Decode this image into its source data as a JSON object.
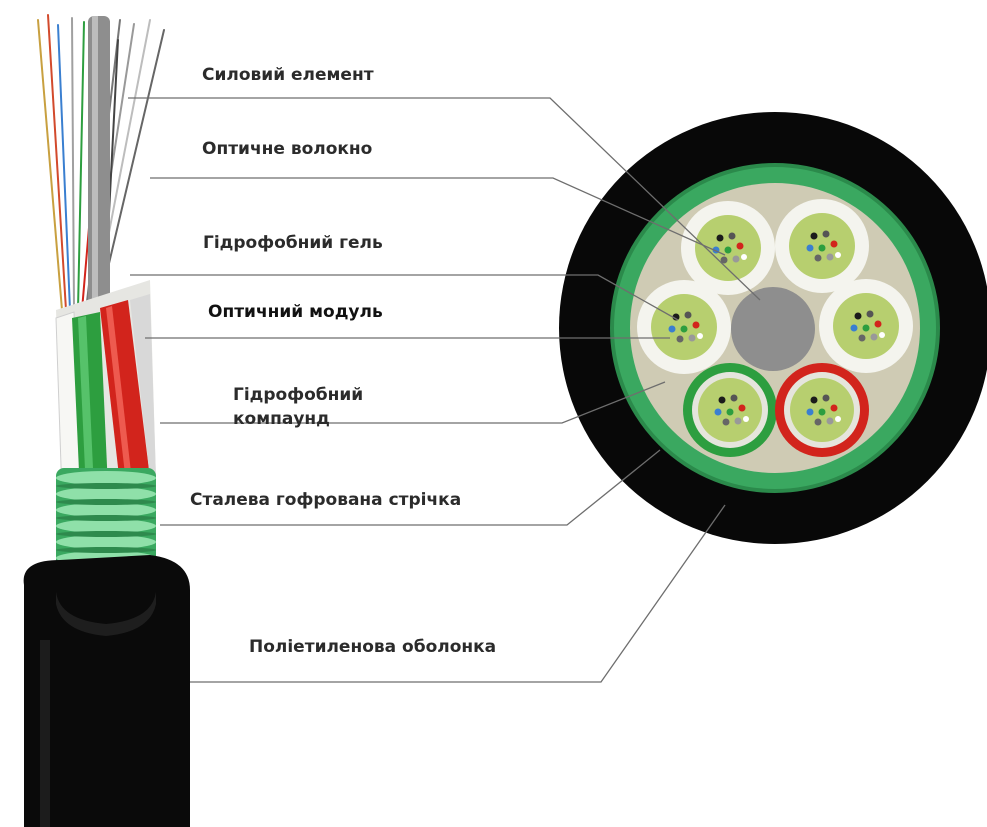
{
  "colors": {
    "cable_jacket": "#0a0a0a",
    "armor_tape": "#5cc77e",
    "compound": "#cfcbb4",
    "module_green": "#2d9e3f",
    "module_red": "#d2241c",
    "module_white": "#f4f4ee",
    "gel": "#b7cf6f",
    "strength_member": "#8e8e8e",
    "leader_line": "#6e6e6e",
    "label_text": "#2b2b2b"
  },
  "labels": {
    "strength_member": "Силовий елемент",
    "optical_fiber": "Оптичне волокно",
    "hydrophobic_gel": "Гідрофобний гель",
    "optical_module": "Оптичний модуль",
    "hydrophobic_compound": "Гідрофобний\nкомпаунд",
    "steel_corrugated_tape": "Сталева гофрована стрічка",
    "polyethylene_sheath": "Поліетиленова оболонка"
  },
  "icons": {
    "cable_side_view": "cable-side-illustration",
    "cable_cross_section": "cable-cross-section-illustration"
  }
}
